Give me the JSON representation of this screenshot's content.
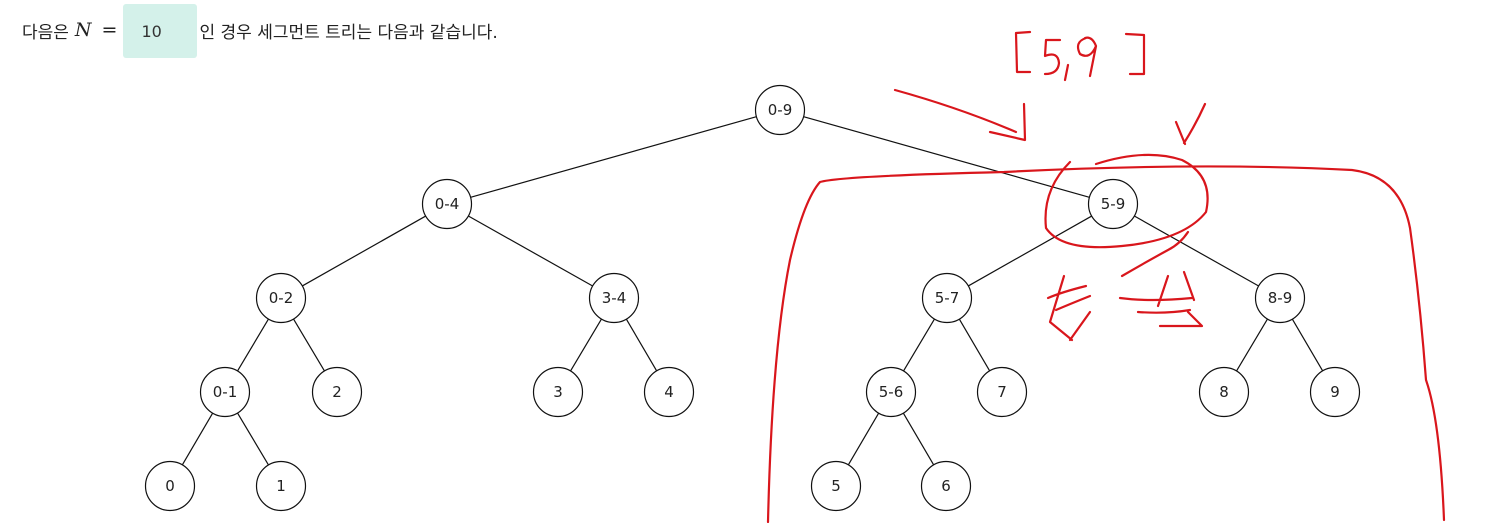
{
  "statement": {
    "prefix": "다음은",
    "variable": "N",
    "equals": "=",
    "n_value": "10",
    "suffix": "인 경우 세그먼트 트리는 다음과 같습니다."
  },
  "tree": {
    "nodes": [
      {
        "id": "0-9",
        "label": "0-9",
        "depth": 0
      },
      {
        "id": "0-4",
        "label": "0-4",
        "depth": 1
      },
      {
        "id": "5-9",
        "label": "5-9",
        "depth": 1
      },
      {
        "id": "0-2",
        "label": "0-2",
        "depth": 2
      },
      {
        "id": "3-4",
        "label": "3-4",
        "depth": 2
      },
      {
        "id": "5-7",
        "label": "5-7",
        "depth": 2
      },
      {
        "id": "8-9",
        "label": "8-9",
        "depth": 2
      },
      {
        "id": "0-1",
        "label": "0-1",
        "depth": 3
      },
      {
        "id": "2",
        "label": "2",
        "depth": 3
      },
      {
        "id": "3",
        "label": "3",
        "depth": 3
      },
      {
        "id": "4",
        "label": "4",
        "depth": 3
      },
      {
        "id": "5-6",
        "label": "5-6",
        "depth": 3
      },
      {
        "id": "7",
        "label": "7",
        "depth": 3
      },
      {
        "id": "8",
        "label": "8",
        "depth": 3
      },
      {
        "id": "9",
        "label": "9",
        "depth": 3
      },
      {
        "id": "0",
        "label": "0",
        "depth": 4
      },
      {
        "id": "1",
        "label": "1",
        "depth": 4
      },
      {
        "id": "5",
        "label": "5",
        "depth": 4
      },
      {
        "id": "6",
        "label": "6",
        "depth": 4
      }
    ],
    "edges": [
      [
        "0-9",
        "0-4"
      ],
      [
        "0-9",
        "5-9"
      ],
      [
        "0-4",
        "0-2"
      ],
      [
        "0-4",
        "3-4"
      ],
      [
        "5-9",
        "5-7"
      ],
      [
        "5-9",
        "8-9"
      ],
      [
        "0-2",
        "0-1"
      ],
      [
        "0-2",
        "2"
      ],
      [
        "3-4",
        "3"
      ],
      [
        "3-4",
        "4"
      ],
      [
        "5-7",
        "5-6"
      ],
      [
        "5-7",
        "7"
      ],
      [
        "8-9",
        "8"
      ],
      [
        "8-9",
        "9"
      ],
      [
        "0-1",
        "0"
      ],
      [
        "0-1",
        "1"
      ],
      [
        "5-6",
        "5"
      ],
      [
        "5-6",
        "6"
      ]
    ]
  },
  "annotation": {
    "handwritten_text": "[5,9]",
    "color": "#d9161c",
    "highlighted_node": "5-9"
  },
  "colors": {
    "node_stroke": "#111111",
    "node_fill": "#ffffff",
    "input_background": "#d4f1ea"
  }
}
